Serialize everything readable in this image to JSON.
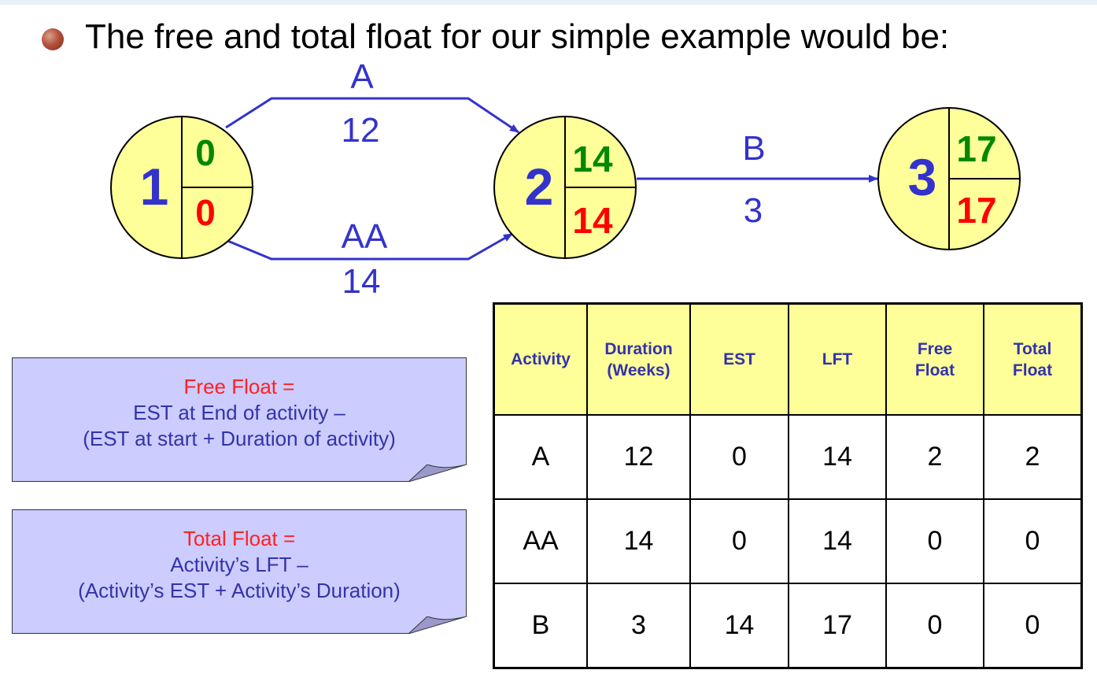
{
  "headline": "The free and total float for our simple example would be:",
  "colors": {
    "node_fill": "#ffff99",
    "arrow": "#3333cc",
    "node_number": "#3333cc",
    "est": "#008800",
    "lft": "#ff0000",
    "note_bg": "#ccccff",
    "table_header_bg": "#ffff99"
  },
  "nodes": [
    {
      "id": "1",
      "est": "0",
      "lft": "0"
    },
    {
      "id": "2",
      "est": "14",
      "lft": "14"
    },
    {
      "id": "3",
      "est": "17",
      "lft": "17"
    }
  ],
  "activities_on_arrows": [
    {
      "name": "A",
      "duration": "12"
    },
    {
      "name": "AA",
      "duration": "14"
    },
    {
      "name": "B",
      "duration": "3"
    }
  ],
  "notes": {
    "free_float": {
      "title": "Free Float =",
      "line1": "EST at End of activity –",
      "line2": "(EST at start + Duration of activity)"
    },
    "total_float": {
      "title": "Total Float =",
      "line1": "Activity’s LFT –",
      "line2": "(Activity’s EST + Activity’s Duration)"
    }
  },
  "table": {
    "headers": [
      {
        "line1": "Activity",
        "line2": ""
      },
      {
        "line1": "Duration",
        "line2": "(Weeks)"
      },
      {
        "line1": "EST",
        "line2": ""
      },
      {
        "line1": "LFT",
        "line2": ""
      },
      {
        "line1": "Free",
        "line2": "Float"
      },
      {
        "line1": "Total",
        "line2": "Float"
      }
    ],
    "rows": [
      [
        "A",
        "12",
        "0",
        "14",
        "2",
        "2"
      ],
      [
        "AA",
        "14",
        "0",
        "14",
        "0",
        "0"
      ],
      [
        "B",
        "3",
        "14",
        "17",
        "0",
        "0"
      ]
    ]
  }
}
